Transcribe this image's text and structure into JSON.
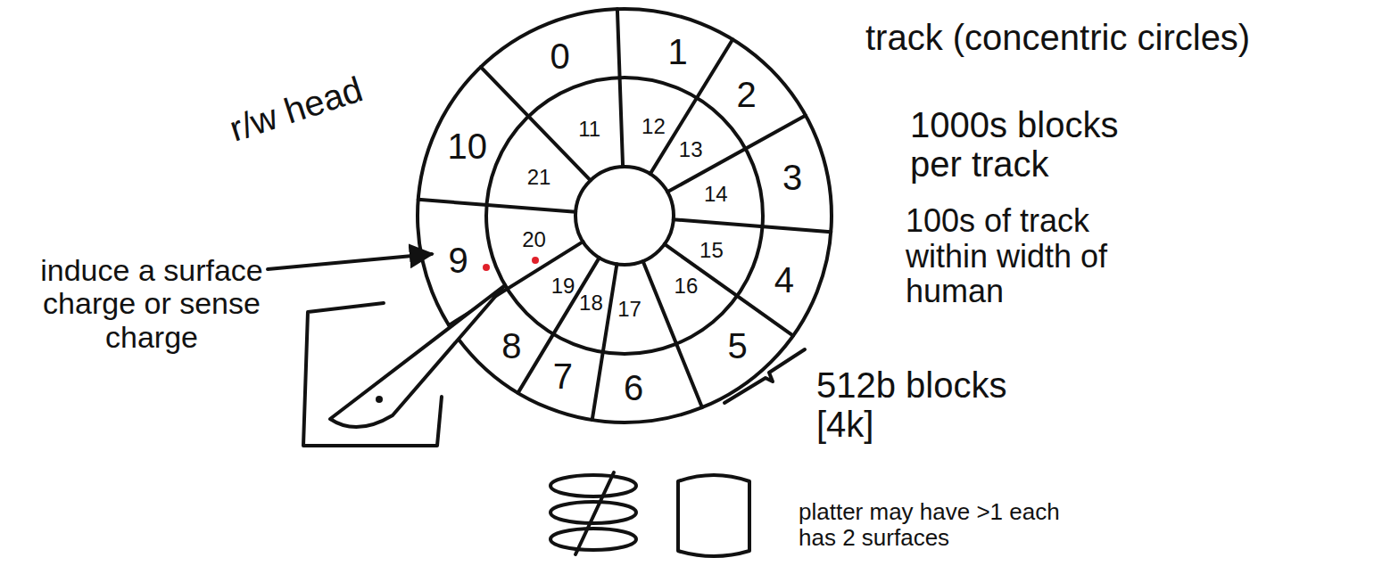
{
  "diagram": {
    "labels": [
      "0",
      "1",
      "2",
      "3",
      "4",
      "5",
      "6",
      "7",
      "8",
      "9",
      "10",
      "11",
      "12",
      "13",
      "14",
      "15",
      "16",
      "17",
      "18",
      "19",
      "20",
      "21",
      "track (concentric circles)",
      "1000s blocks per track",
      "100s of track within width of human",
      "r/w head",
      "induce a surface charge or sense charge",
      "512b blocks [4k]",
      "platter may have >1 each has 2 surfaces"
    ]
  }
}
